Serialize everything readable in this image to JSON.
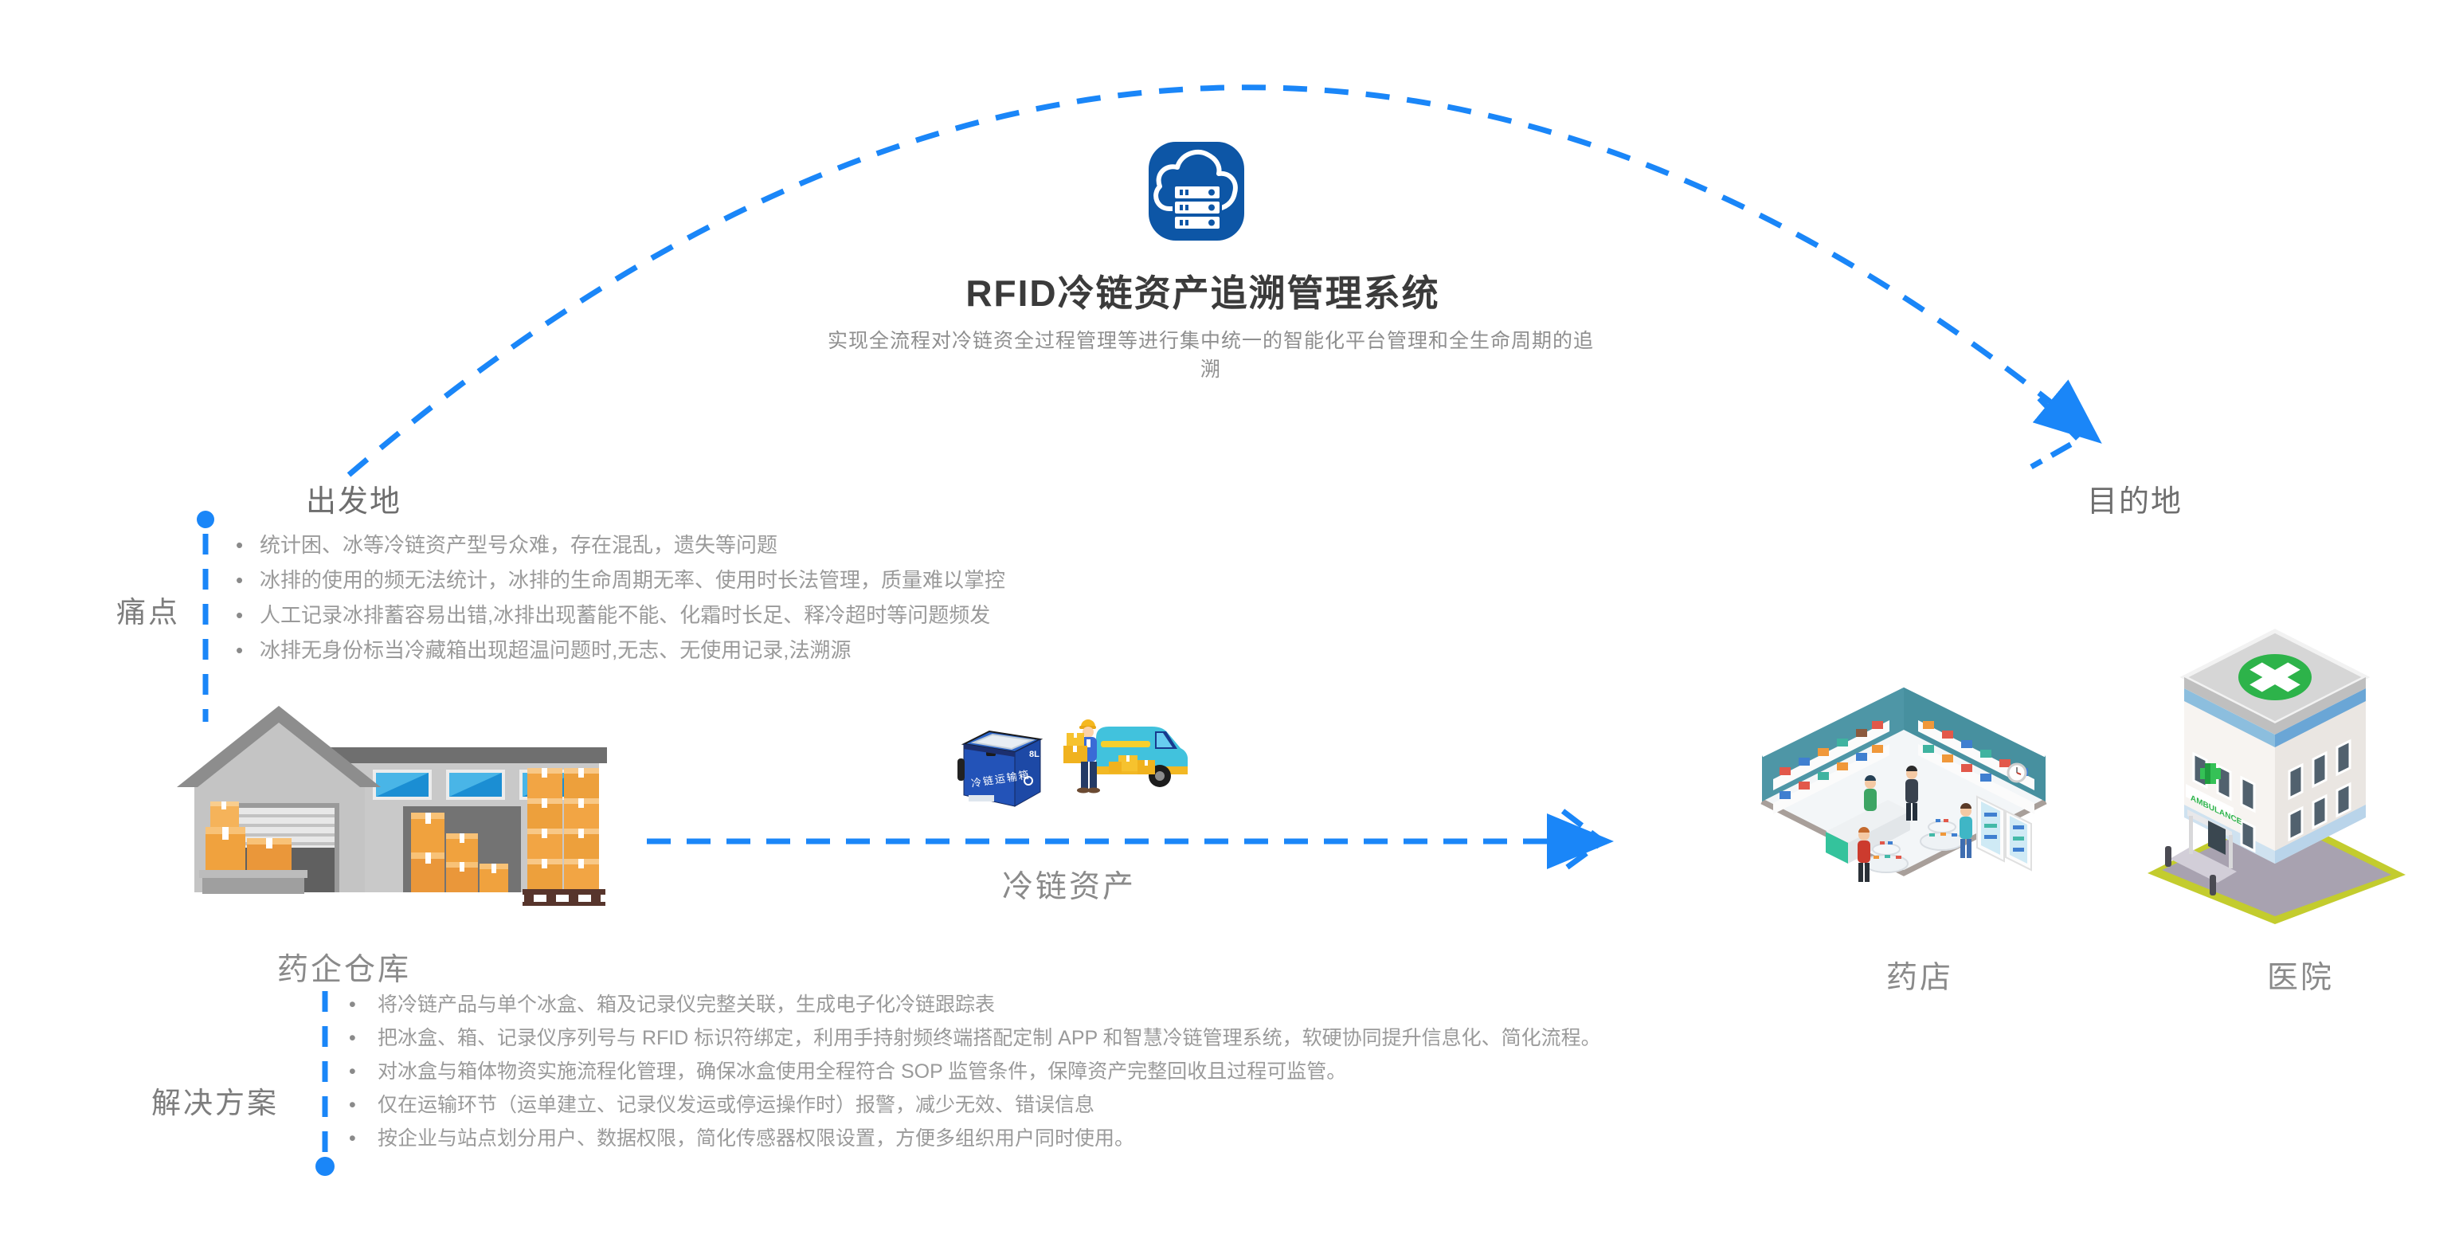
{
  "system": {
    "title": "RFID冷链资产追溯管理系统",
    "subtitle": "实现全流程对冷链资全过程管理等进行集中统一的智能化平台管理和全生命周期的追溯"
  },
  "origin": {
    "label": "出发地"
  },
  "destination": {
    "label": "目的地"
  },
  "pain": {
    "label": "痛点",
    "items": [
      "统计困、冰等冷链资产型号众难，存在混乱，遗失等问题",
      "冰排的使用的频无法统计，冰排的生命周期无率、使用时长法管理，质量难以掌控",
      "人工记录冰排蓄容易出错,冰排出现蓄能不能、化霜时长足、释冷超时等问题频发",
      "冰排无身份标当冷藏箱出现超温问题时,无志、无使用记录,法溯源"
    ]
  },
  "solution": {
    "label": "解决方案",
    "items": [
      "将冷链产品与单个冰盒、箱及记录仪完整关联，生成电子化冷链跟踪表",
      "把冰盒、箱、记录仪序列号与 RFID 标识符绑定，利用手持射频终端搭配定制 APP 和智慧冷链管理系统，软硬协同提升信息化、简化流程。",
      "对冰盒与箱体物资实施流程化管理，确保冰盒使用全程符合 SOP 监管条件，保障资产完整回收且过程可监管。",
      "仅在运输环节（运单建立、记录仪发运或停运操作时）报警，减少无效、错误信息",
      "按企业与站点划分用户、数据权限，简化传感器权限设置，方便多组织用户同时使用。"
    ]
  },
  "warehouse": {
    "label": "药企仓库"
  },
  "assets": {
    "label": "冷链资产",
    "box_label": "冷链运输箱",
    "box_capacity": "8L"
  },
  "pharmacy": {
    "label": "药店"
  },
  "hospital": {
    "label": "医院",
    "sign": "AMBULANCE"
  },
  "colors": {
    "accent_blue": "#1a86f8",
    "icon_blue": "#0d56a6"
  }
}
